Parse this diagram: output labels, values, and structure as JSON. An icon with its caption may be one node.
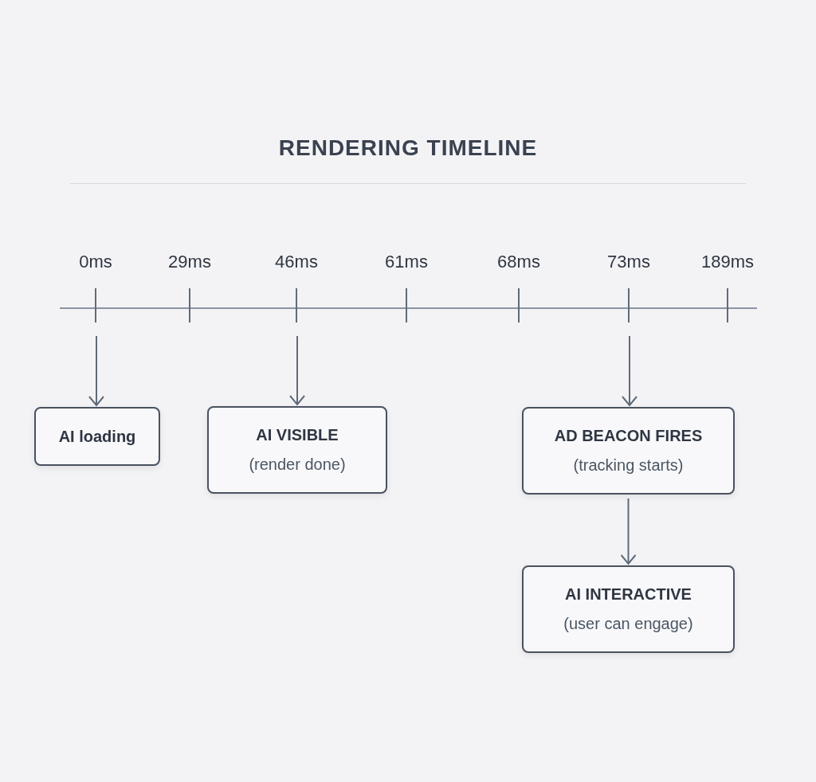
{
  "diagram": {
    "title": "RENDERING TIMELINE",
    "nodes": [
      {
        "text": [
          "AI loading"
        ]
      },
      {
        "text": [
          "AI VISIBLE",
          "(render done)"
        ]
      },
      {
        "text": [
          "AD BEACON FIRES",
          "(tracking starts)"
        ]
      },
      {
        "text": [
          "AI INTERACTIVE",
          "(user can engage)"
        ]
      }
    ],
    "edges": [
      {
        "from": null,
        "to": 0,
        "arrow": "to"
      },
      {
        "from": null,
        "to": 1,
        "arrow": "to"
      },
      {
        "from": null,
        "to": 2,
        "arrow": "to"
      },
      {
        "from": 2,
        "to": 3,
        "arrow": "to"
      }
    ],
    "labels": [
      "0ms",
      "29ms",
      "46ms",
      "61ms",
      "68ms",
      "73ms",
      "189ms"
    ]
  }
}
